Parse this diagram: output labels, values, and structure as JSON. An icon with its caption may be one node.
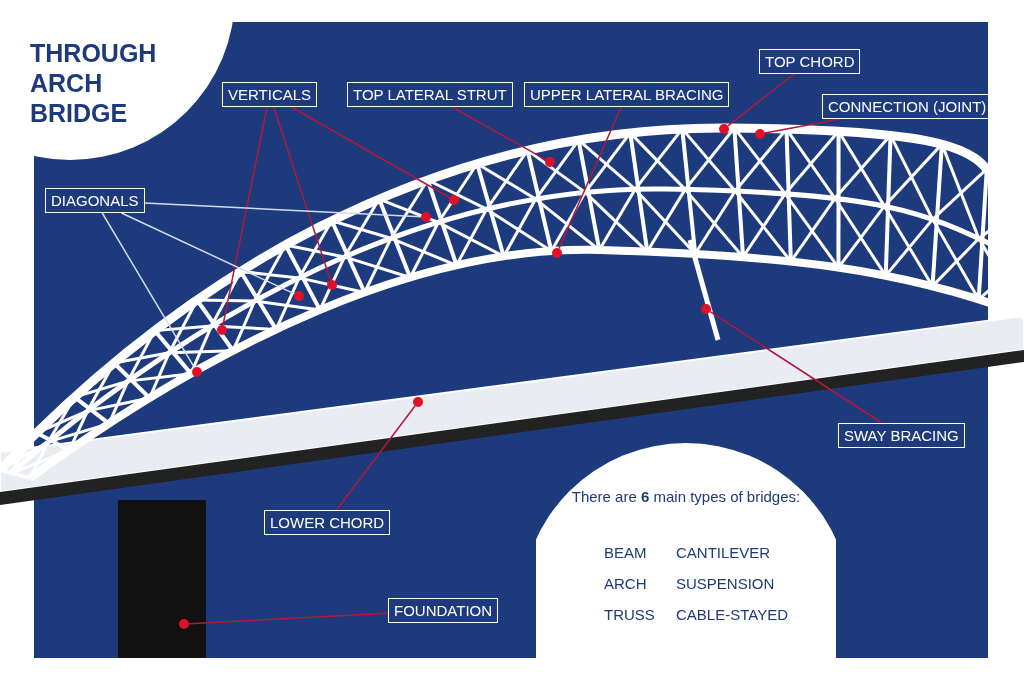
{
  "diagram": {
    "title": "THROUGH ARCH BRIDGE",
    "nodes": [
      {
        "text": [
          "VERTICALS"
        ]
      },
      {
        "text": [],
        "shape": "circle"
      },
      {
        "text": [],
        "shape": "circle"
      },
      {
        "text": [],
        "shape": "circle"
      },
      {
        "text": [
          "DIAGONALS"
        ]
      },
      {
        "text": [],
        "shape": "circle"
      },
      {
        "text": [],
        "shape": "circle"
      },
      {
        "text": [],
        "shape": "circle"
      },
      {
        "text": [
          "TOP LATERAL STRUT"
        ]
      },
      {
        "text": [],
        "shape": "circle"
      },
      {
        "text": [
          "UPPER LATERAL BRACING"
        ]
      },
      {
        "text": [],
        "shape": "circle"
      },
      {
        "text": [
          "TOP CHORD"
        ]
      },
      {
        "text": [],
        "shape": "circle"
      },
      {
        "text": [
          "CONNECTION (JOINT)"
        ]
      },
      {
        "text": [],
        "shape": "circle"
      },
      {
        "text": [
          "SWAY BRACING"
        ]
      },
      {
        "text": [],
        "shape": "circle"
      },
      {
        "text": [
          "LOWER CHORD"
        ]
      },
      {
        "text": [],
        "shape": "circle"
      },
      {
        "text": [
          "FOUNDATION"
        ]
      },
      {
        "text": [],
        "shape": "circle"
      },
      {
        "text": [
          "There are **6** main types of bridges:",
          "BEAM",
          "CANTILEVER",
          "ARCH",
          "SUSPENSION",
          "TRUSS",
          "CABLE-STAYED"
        ]
      }
    ],
    "edges": [
      {
        "from": 0,
        "to": 1,
        "arrow": "none"
      },
      {
        "from": 0,
        "to": 2,
        "arrow": "none"
      },
      {
        "from": 0,
        "to": 3,
        "arrow": "none"
      },
      {
        "from": 4,
        "to": 5,
        "arrow": "none",
        "color": "#d4dbee"
      },
      {
        "from": 4,
        "to": 6,
        "arrow": "none",
        "color": "#d4dbee"
      },
      {
        "from": 4,
        "to": 7,
        "arrow": "none",
        "color": "#d4dbee"
      },
      {
        "from": 8,
        "to": 9,
        "arrow": "none"
      },
      {
        "from": 10,
        "to": 11,
        "arrow": "none"
      },
      {
        "from": 12,
        "to": 13,
        "arrow": "none"
      },
      {
        "from": 14,
        "to": 15,
        "arrow": "none"
      },
      {
        "from": 16,
        "to": 17,
        "arrow": "none"
      },
      {
        "from": 18,
        "to": 19,
        "arrow": "none"
      },
      {
        "from": 20,
        "to": 21,
        "arrow": "none"
      }
    ]
  }
}
